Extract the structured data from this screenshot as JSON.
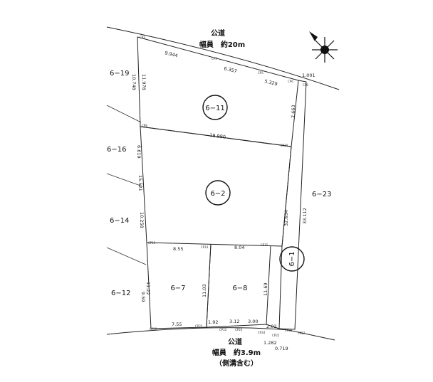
{
  "roads": {
    "north_name": "公道",
    "north_width": "幅員　約20m",
    "south_name": "公道",
    "south_width": "幅員　約3.9m",
    "south_note": "（側溝含む）"
  },
  "neighbors": {
    "n619": "6−19",
    "n616": "6−16",
    "n614": "6−14",
    "n612": "6−12",
    "n623": "6−23"
  },
  "lots": {
    "l611": "6−11",
    "l62": "6−2",
    "l67": "6−7",
    "l68": "6−8",
    "l61": "6−1"
  },
  "dimensions": {
    "d_9944": "9.944",
    "d_6357": "6.357",
    "d_5329": "5.329",
    "d_1001": "1.001",
    "d_10748": "10.748",
    "d_11978": "11.978",
    "d_7663": "7.663",
    "d_19980": "19.980",
    "d_6619": "6.619",
    "d_15521": "15.521",
    "d_10258": "10.258",
    "d_8550": "8.55",
    "d_8040": "8.04",
    "d_32654": "32.654",
    "d_33112": "33.112",
    "d_1122": "11.22",
    "d_959": "9.59",
    "d_1103": "11.03",
    "d_1169": "11.69",
    "d_755": "7.55",
    "d_192": "1.92",
    "d_312": "3.12",
    "d_300": "3.00",
    "d_202": "2.02",
    "d_1282": "1.282",
    "d_0719": "0.719"
  },
  "points": {
    "cp2": "CP2",
    "cp3": "CP3",
    "cp5": "CP5",
    "cp6": "CP6",
    "cp8a": "CP8",
    "cp8b": "CP8",
    "cp10": "CP10",
    "cp13": "CP13",
    "cp14": "CP14",
    "cp15": "CP15",
    "cp20": "CP20",
    "cp21": "CP21",
    "cp22": "CP22",
    "cp23": "CP23",
    "cp24": "CP24",
    "cp25": "CP25",
    "cp26": "CP26",
    "cp27": "CP27"
  },
  "icons": {
    "compass": "north-arrow-compass-icon"
  }
}
